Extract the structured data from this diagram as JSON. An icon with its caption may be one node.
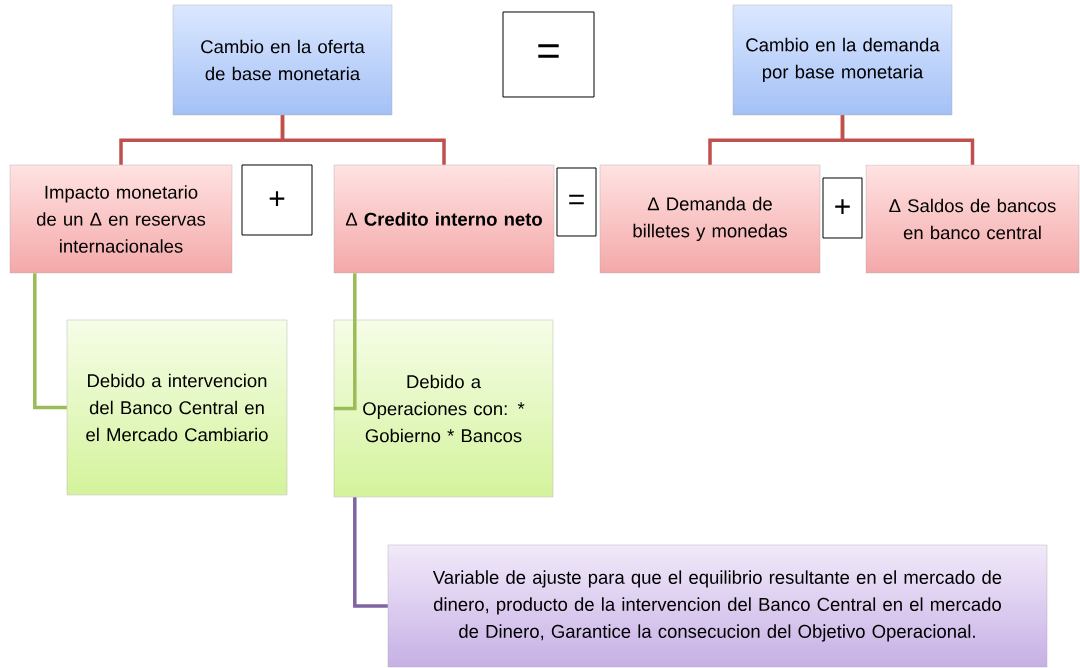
{
  "diagram": {
    "nodes": [
      {
        "text": [
          "Cambio en la oferta de base monetaria"
        ]
      },
      {
        "text": [
          "="
        ]
      },
      {
        "text": [
          "Cambio en la demanda por base monetaria"
        ]
      },
      {
        "text": [
          "Impacto monetario de un Δ en reservas internacionales"
        ]
      },
      {
        "text": [
          "+"
        ]
      },
      {
        "text": [
          "Δ **Credito interno neto**"
        ]
      },
      {
        "text": [
          "="
        ]
      },
      {
        "text": [
          "Δ Demanda de billetes y monedas"
        ]
      },
      {
        "text": [
          "+"
        ]
      },
      {
        "text": [
          "Δ Saldos de bancos en banco central"
        ]
      },
      {
        "text": [
          "Debido a intervencion del Banco Central en el Mercado Cambiario"
        ]
      },
      {
        "text": [
          "Debido a Operaciones con: * Gobierno * Bancos"
        ]
      },
      {
        "text": [
          "Variable de ajuste para que el equilibrio resultante en el mercado de dinero, producto de la intervencion del Banco Central en el mercado de Dinero, Garantice la consecucion del Objetivo Operacional."
        ]
      }
    ],
    "edges": [
      {
        "from": 0,
        "to": 3,
        "arrow": "none"
      },
      {
        "from": 0,
        "to": 5,
        "arrow": "none"
      },
      {
        "from": 2,
        "to": 7,
        "arrow": "none"
      },
      {
        "from": 2,
        "to": 9,
        "arrow": "none"
      },
      {
        "from": 3,
        "to": 10,
        "arrow": "none",
        "color": "#9bbb59"
      },
      {
        "from": 5,
        "to": 11,
        "arrow": "none",
        "color": "#9bbb59"
      },
      {
        "from": 11,
        "to": 12,
        "arrow": "none",
        "color": "#8064a2"
      }
    ]
  }
}
